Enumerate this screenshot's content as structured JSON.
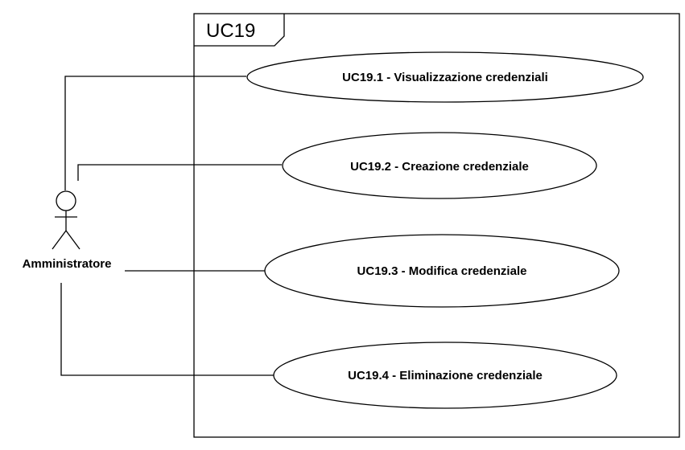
{
  "frame": {
    "title": "UC19"
  },
  "actor": {
    "name": "Amministratore"
  },
  "use_cases": [
    {
      "label": "UC19.1 - Visualizzazione credenziali"
    },
    {
      "label": "UC19.2 - Creazione credenziale"
    },
    {
      "label": "UC19.3 - Modifica credenziale"
    },
    {
      "label": "UC19.4 - Eliminazione credenziale"
    }
  ],
  "colors": {
    "stroke": "#000000",
    "background": "#ffffff"
  }
}
